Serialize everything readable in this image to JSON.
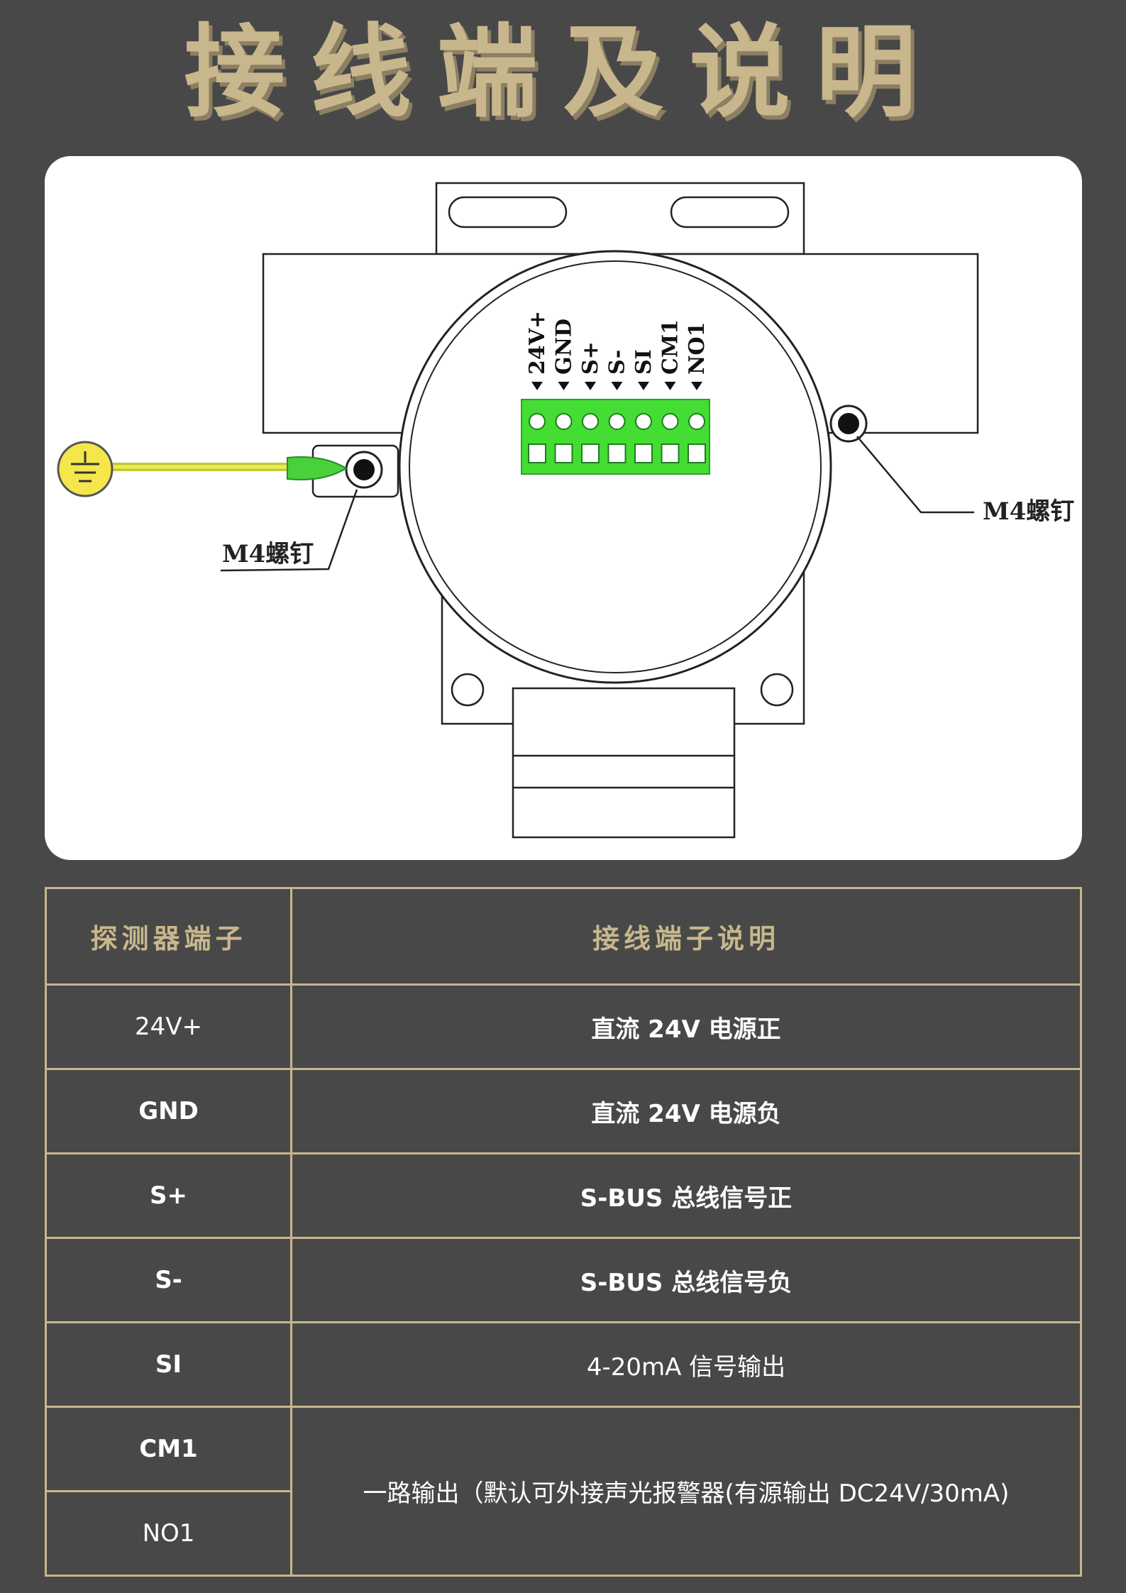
{
  "title": "接线端及说明",
  "diagram": {
    "terminal_labels": [
      "24V+",
      "GND",
      "S+",
      "S-",
      "SI",
      "CM1",
      "NO1"
    ],
    "screw_label_left": "M4螺钉",
    "screw_label_right": "M4螺钉",
    "ground_icon": "ground-icon",
    "colors": {
      "terminal_block": "#44dd33",
      "ground_badge": "#f5e64b",
      "wire_yellow_green": "#c8d84a"
    }
  },
  "table": {
    "headers": [
      "探测器端子",
      "接线端子说明"
    ],
    "rows": [
      {
        "terminal": "24V+",
        "description": "直流 24V 电源正"
      },
      {
        "terminal": "GND",
        "description": "直流 24V 电源负"
      },
      {
        "terminal": "S+",
        "description": "S-BUS 总线信号正"
      },
      {
        "terminal": "S-",
        "description": "S-BUS 总线信号负"
      },
      {
        "terminal": "SI",
        "description": "4-20mA 信号输出"
      },
      {
        "terminal": "CM1",
        "description": "一路输出（默认可外接声光报警器(有源输出 DC24V/30mA)"
      },
      {
        "terminal": "NO1",
        "description": ""
      }
    ],
    "colors": {
      "border": "#c8b78d",
      "header_text": "#c8b78d",
      "background": "#484848"
    }
  }
}
